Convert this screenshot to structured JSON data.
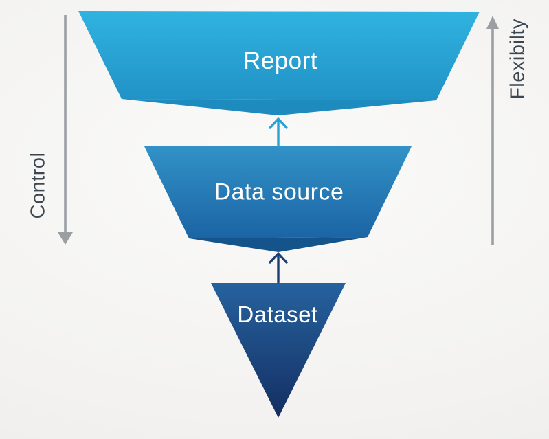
{
  "diagram": {
    "layers": [
      {
        "id": "report",
        "label": "Report"
      },
      {
        "id": "data_source",
        "label": "Data source"
      },
      {
        "id": "dataset",
        "label": "Dataset"
      }
    ],
    "connectors": [
      {
        "from": "Dataset",
        "to": "Report",
        "direction": "up"
      },
      {
        "from": "Data source",
        "to": "Data source",
        "direction": "up"
      }
    ],
    "rails": {
      "left": {
        "label": "Control",
        "arrow_direction": "down"
      },
      "right": {
        "label": "Flexibilty",
        "arrow_direction": "up"
      }
    }
  },
  "colors": {
    "report_top": "#30b3e0",
    "report_bottom": "#2192c6",
    "report_fold": "#1e8bbe",
    "datasource_top": "#3292c7",
    "datasource_bottom": "#1b64a4",
    "datasource_fold": "#14548a",
    "dataset_top": "#26629e",
    "dataset_bottom": "#142e62",
    "arrow_cyan": "#29a1d3",
    "arrow_navy": "#1d3e72",
    "rail_gray": "#9b9fa3",
    "side_label": "#3d4751",
    "layer_label": "#ffffff",
    "background": "#f3f2f0",
    "background_light": "#fafaf8",
    "background_edge": "#ecebe9"
  }
}
